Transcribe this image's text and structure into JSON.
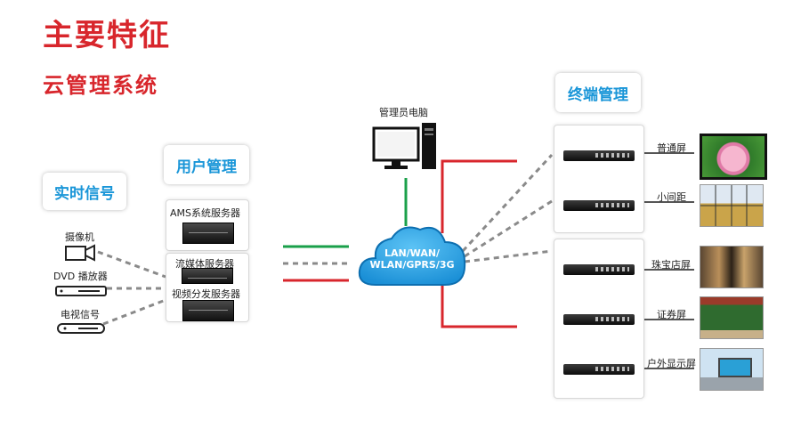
{
  "header": {
    "title": "主要特征",
    "subtitle": "云管理系统"
  },
  "sections": {
    "realtime": "实时信号",
    "user_mgmt": "用户管理",
    "terminal_mgmt": "终端管理"
  },
  "sources": {
    "camera": "摄像机",
    "dvd": "DVD 播放器",
    "tv": "电视信号"
  },
  "servers": {
    "ams": "AMS系统服务器",
    "stream": "流媒体服务器",
    "distribution": "视频分发服务器"
  },
  "admin_pc": "管理员电脑",
  "cloud_label": "LAN/WAN/\nWLAN/GPRS/3G",
  "screens": [
    "普通屏",
    "小间距",
    "珠宝店屏",
    "证券屏",
    "户外显示屏"
  ],
  "colors": {
    "brand_red": "#d8262c",
    "accent_blue": "#1a96d8",
    "link_green": "#1aa04a",
    "link_red": "#d8262c",
    "dashed_gray": "#8a8a8a"
  }
}
